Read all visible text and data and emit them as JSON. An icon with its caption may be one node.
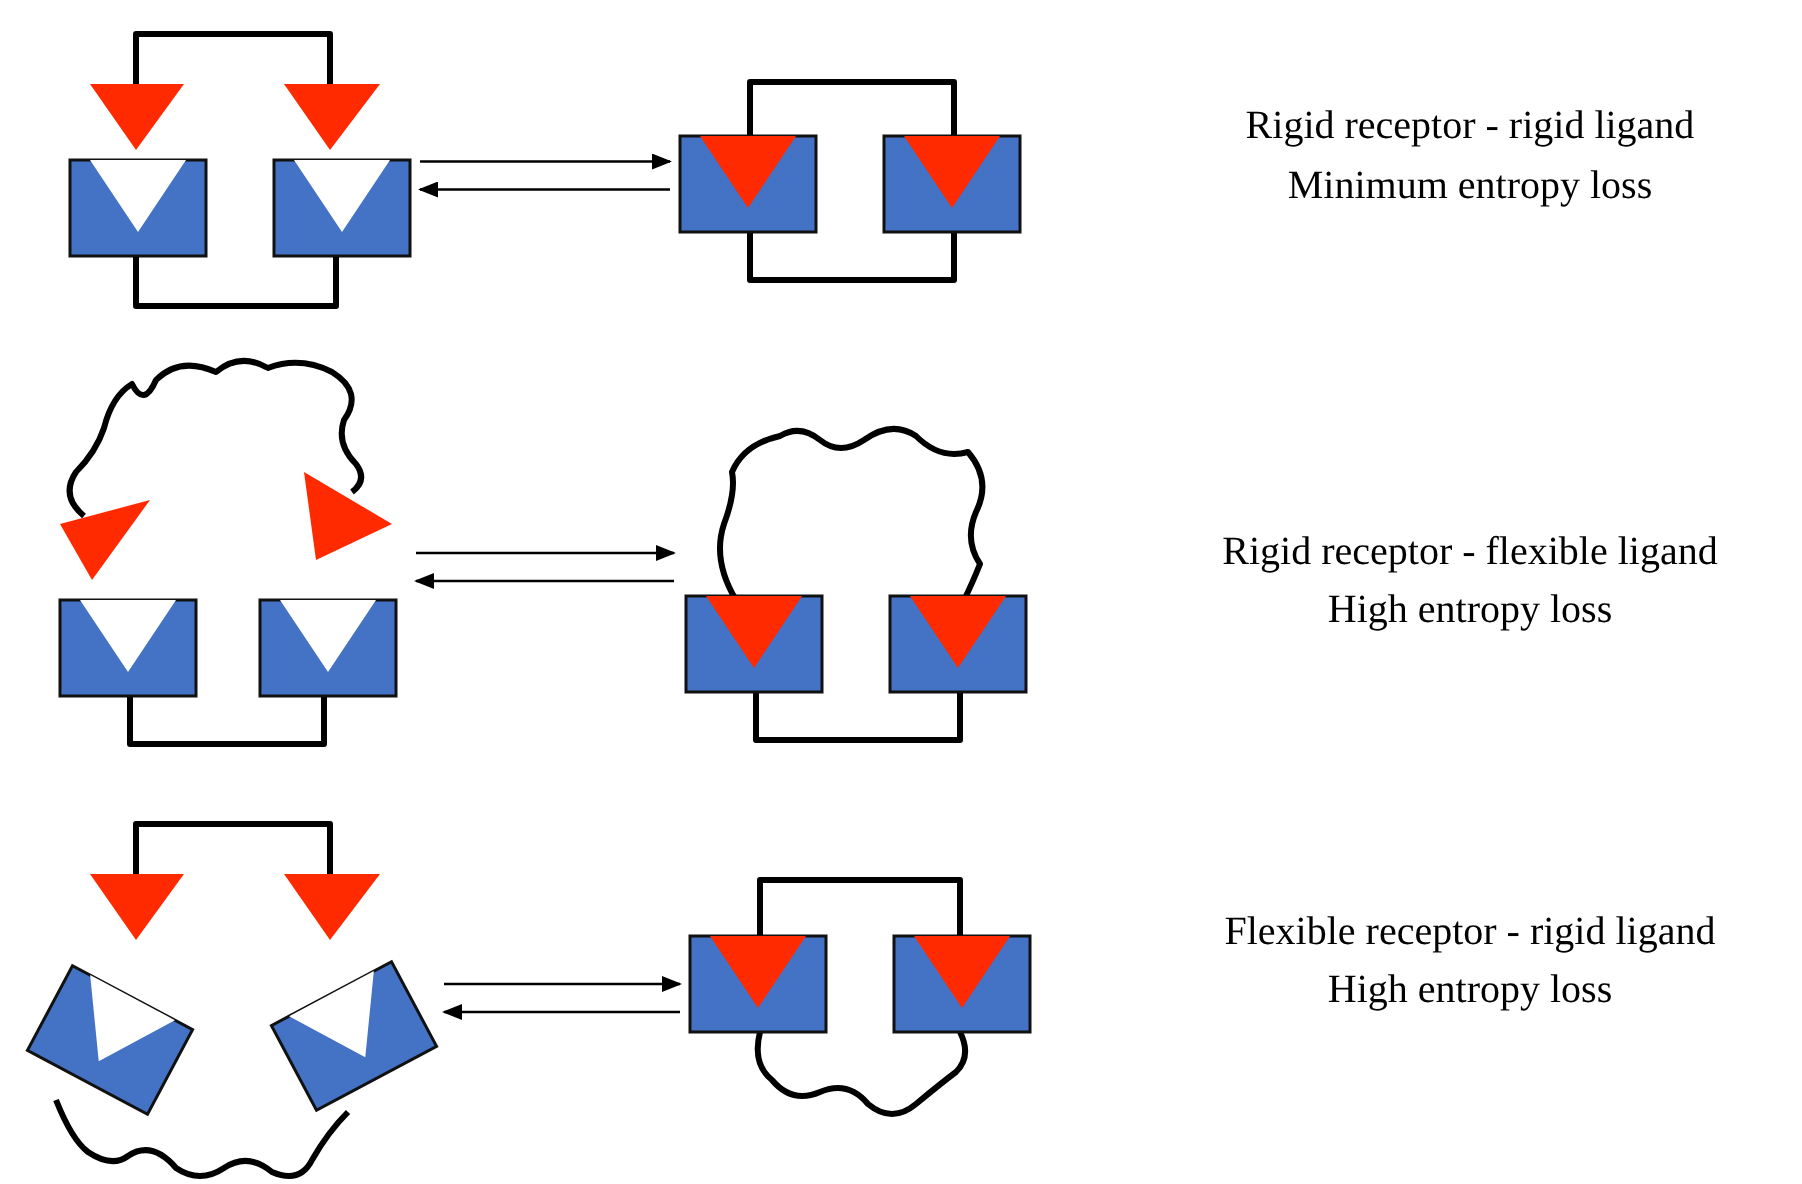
{
  "diagram": {
    "nodes": [
      {
        "text": [],
        "shape": "picture"
      },
      {
        "text": [],
        "shape": "picture"
      },
      {
        "text": [],
        "shape": "picture"
      },
      {
        "text": [],
        "shape": "picture"
      },
      {
        "text": [],
        "shape": "picture"
      },
      {
        "text": [],
        "shape": "picture"
      }
    ],
    "edges": [
      {
        "from": 0,
        "to": 1,
        "arrow": "to"
      },
      {
        "from": 1,
        "to": 0,
        "arrow": "to"
      },
      {
        "from": 2,
        "to": 3,
        "arrow": "to"
      },
      {
        "from": 3,
        "to": 2,
        "arrow": "to"
      },
      {
        "from": 4,
        "to": 5,
        "arrow": "to"
      },
      {
        "from": 5,
        "to": 4,
        "arrow": "to"
      }
    ],
    "labels": [
      "Rigid receptor - rigid ligand",
      "Minimum entropy loss",
      "Rigid receptor - flexible ligand",
      "High entropy loss",
      "Flexible receptor - rigid ligand",
      "High entropy loss"
    ]
  }
}
